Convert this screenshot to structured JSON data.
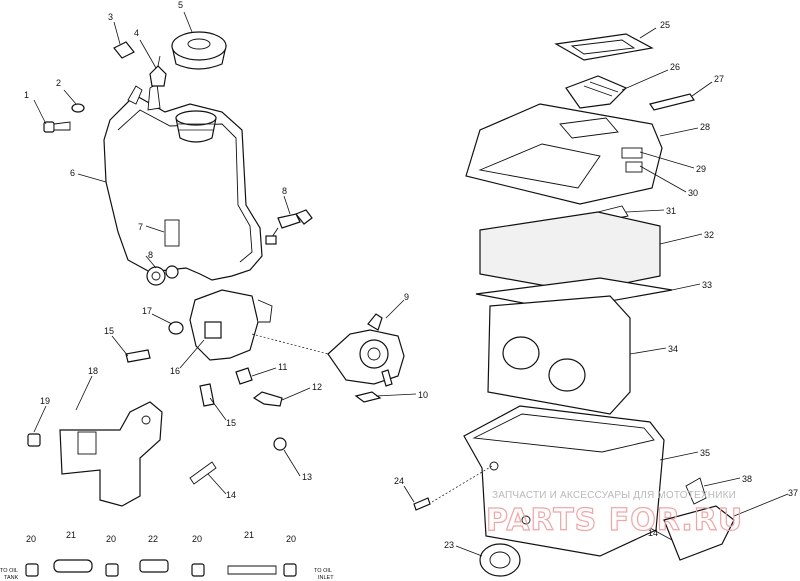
{
  "callouts": {
    "c1": "1",
    "c2": "2",
    "c3": "3",
    "c4": "4",
    "c5": "5",
    "c6": "6",
    "c7": "7",
    "c8a": "8",
    "c8b": "8",
    "c9": "9",
    "c10": "10",
    "c11": "11",
    "c12": "12",
    "c13": "13",
    "c14a": "14",
    "c14b": "14",
    "c15a": "15",
    "c15b": "15",
    "c16": "16",
    "c17": "17",
    "c18": "18",
    "c19": "19",
    "c20a": "20",
    "c20b": "20",
    "c20c": "20",
    "c20d": "20",
    "c21a": "21",
    "c21b": "21",
    "c22": "22",
    "c23": "23",
    "c24": "24",
    "c25": "25",
    "c26": "26",
    "c27": "27",
    "c28": "28",
    "c29": "29",
    "c30": "30",
    "c31": "31",
    "c32": "32",
    "c33": "33",
    "c34": "34",
    "c35": "35",
    "c37": "37",
    "c38": "38"
  },
  "labels": {
    "to_oil_tank_1": "TO OIL",
    "to_oil_tank_2": "TANK",
    "to_oil_inlet_1": "TO OIL",
    "to_oil_inlet_2": "INLET"
  },
  "watermark": {
    "text": "ЗАПЧАСТИ И АКСЕССУАРЫ ДЛЯ МОТОТЕХНИКИ",
    "logo": "PARTS FOR.RU"
  }
}
